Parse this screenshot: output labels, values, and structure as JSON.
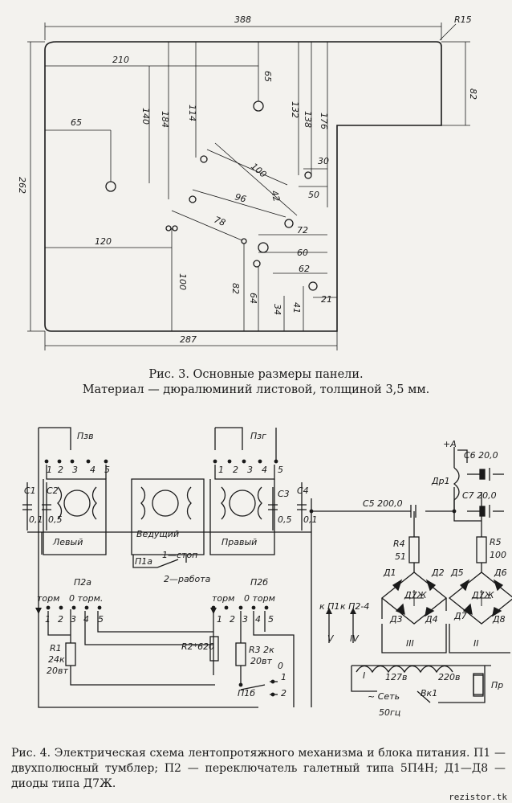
{
  "panel": {
    "dims": {
      "w388": "388",
      "r15": "R15",
      "h82": "82",
      "w210": "210",
      "h65": "65",
      "h140": "140",
      "h184": "184",
      "h114": "114",
      "h132": "132",
      "h138": "138",
      "h176": "176",
      "w65": "65",
      "h262": "262",
      "w100": "100",
      "w96": "96",
      "h42": "42",
      "w30": "30",
      "w50": "50",
      "w78": "78",
      "w72": "72",
      "w60": "60",
      "w62": "62",
      "w120": "120",
      "h100": "100",
      "h82b": "82",
      "h64": "64",
      "h34": "34",
      "h41": "41",
      "w21": "21",
      "w287": "287"
    }
  },
  "caption1": {
    "line1": "Рис. 3. Основные размеры панели.",
    "line2": "Материал — дюралюминий листовой, толщиной 3,5 мм."
  },
  "schematic": {
    "labels": {
      "p2v": "Пзв",
      "p2g": "Пзг",
      "p2a": "П2а",
      "p2b": "П2б",
      "p1a": "П1а",
      "p1b": "П1б",
      "c1": "C1",
      "c1v": "0,1",
      "c2": "C2",
      "c2v": "0,5",
      "c3": "C3",
      "c3v": "0,5",
      "c4": "C4",
      "c4v": "0,1",
      "c5": "C5 200,0",
      "c6": "C6 20,0",
      "c7": "C7 20,0",
      "plusA": "+A",
      "dr1": "Др1",
      "levy": "Левый",
      "vedush": "Ведущий",
      "pravy": "Правый",
      "stop": "1—стоп",
      "rabota": "2—работа",
      "torm": "торм",
      "torm0": "0 торм.",
      "torm2": "торм",
      "torm0b": "0 торм",
      "r1": "R1",
      "r1v": "24к",
      "r1w": "20вт",
      "r2": "R2*620",
      "r3": "R3 2к",
      "r3w": "20вт",
      "r4": "R4",
      "r4v": "51",
      "r5": "R5",
      "r5v": "100",
      "d1": "Д1",
      "d2": "Д2",
      "d3": "Д3",
      "d4": "Д4",
      "d5": "Д5",
      "d6": "Д6",
      "d7": "Д7",
      "d8": "Д8",
      "d7zh": "Д7Ж",
      "d7zh2": "Д7Ж",
      "kp1": "к П1",
      "kp24": "к П2-4",
      "V": "V",
      "IV": "IV",
      "III": "III",
      "II": "II",
      "I": "I",
      "v127": "127в",
      "v220": "220в",
      "set": "~ Сеть",
      "hz": "50гц",
      "vk1": "Вк1",
      "pr": "Пр",
      "n1": "1",
      "n2": "2",
      "n3": "3",
      "n4": "4",
      "n5": "5",
      "n0": "0"
    }
  },
  "caption2": {
    "text": "Рис. 4. Электрическая схема лентопротяжного механизма и блока питания. П1 — двухполюсный тумблер; П2 — переключатель галетный типа 5П4Н; Д1—Д8 — диоды типа Д7Ж."
  },
  "watermark": "rezistor.tk"
}
